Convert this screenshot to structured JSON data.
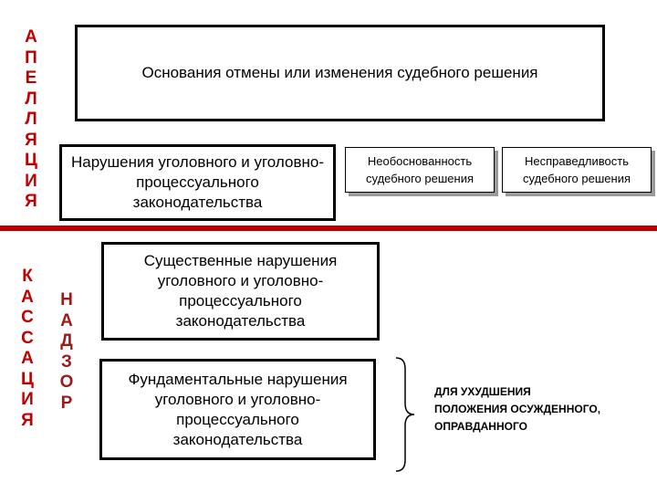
{
  "appeal_label": [
    "А",
    "П",
    "Е",
    "Л",
    "Л",
    "Я",
    "Ц",
    "И",
    "Я"
  ],
  "cassation_label": [
    "К",
    "А",
    "С",
    "С",
    "А",
    "Ц",
    "И",
    "Я"
  ],
  "supervision_label": [
    "Н",
    "А",
    "Д",
    "З",
    "О",
    "Р"
  ],
  "title_box": "Основания отмены или изменения судебного решения",
  "boxes": {
    "violation": "Нарушения уголовного и уголовно-процессуального законодательства",
    "unfounded": "Необоснованность судебного решения",
    "unjust": "Несправедливость судебного решения",
    "essential": "Существенные нарушения уголовного и уголовно-процессуального законодательства",
    "fundamental": "Фундаментальные нарушения уголовного и уголовно-процессуального законодательства"
  },
  "note_lines": [
    "ДЛЯ УХУДШЕНИЯ",
    "ПОЛОЖЕНИЯ ОСУЖДЕННОГО,",
    "ОПРАВДАННОГО"
  ],
  "colors": {
    "accent": "#c00000",
    "border": "#000000",
    "shadow": "#9a9a9a"
  }
}
